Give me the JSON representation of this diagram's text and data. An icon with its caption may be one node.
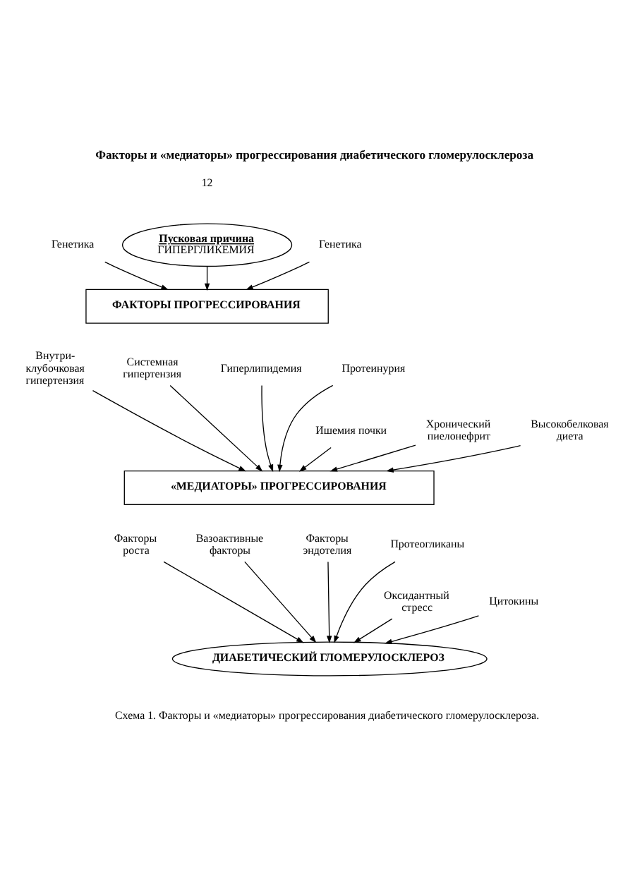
{
  "diagram": {
    "title": "Факторы и «медиаторы» прогрессирования диабетического гломерулосклероза",
    "caption": "Схема 1. Факторы и «медиаторы» прогрессирования диабетического гломерулосклероза.",
    "nodes": [
      {
        "text": [
          "Пусковая причина",
          "ГИПЕРГЛИКЕМИЯ"
        ]
      },
      {
        "text": [
          "Генетика"
        ]
      },
      {
        "text": [
          "Генетика"
        ]
      },
      {
        "text": [
          "ФАКТОРЫ ПРОГРЕССИРОВАНИЯ"
        ]
      },
      {
        "text": [
          "Внутри- клубочковая гипертензия"
        ]
      },
      {
        "text": [
          "Системная гипертензия"
        ]
      },
      {
        "text": [
          "Гиперлипидемия"
        ]
      },
      {
        "text": [
          "Протеинурия"
        ]
      },
      {
        "text": [
          "Ишемия почки"
        ]
      },
      {
        "text": [
          "Хронический пиелонефрит"
        ]
      },
      {
        "text": [
          "Высокобелковая диета"
        ]
      },
      {
        "text": [
          "«МЕДИАТОРЫ» ПРОГРЕССИРОВАНИЯ"
        ]
      },
      {
        "text": [
          "Факторы роста"
        ]
      },
      {
        "text": [
          "Вазоактивные факторы"
        ]
      },
      {
        "text": [
          "Факторы эндотелия"
        ]
      },
      {
        "text": [
          "Протеогликаны"
        ]
      },
      {
        "text": [
          "Оксидантный стресс"
        ]
      },
      {
        "text": [
          "Цитокины"
        ]
      },
      {
        "text": [
          "ДИАБЕТИЧЕСКИЙ ГЛОМЕРУЛОСКЛЕРОЗ"
        ]
      }
    ],
    "edges": [
      {
        "from": 1,
        "to": 3,
        "arrow": "to"
      },
      {
        "from": 0,
        "to": 3,
        "arrow": "to"
      },
      {
        "from": 2,
        "to": 3,
        "arrow": "to"
      },
      {
        "from": 4,
        "to": 11,
        "arrow": "to"
      },
      {
        "from": 8,
        "to": 11,
        "arrow": "to"
      },
      {
        "from": 5,
        "to": 11,
        "arrow": "to"
      },
      {
        "from": 9,
        "to": 11,
        "arrow": "to"
      },
      {
        "from": 6,
        "to": 11,
        "arrow": "to"
      },
      {
        "from": 10,
        "to": 11,
        "arrow": "to"
      },
      {
        "from": 7,
        "to": 11,
        "arrow": "to"
      },
      {
        "from": 12,
        "to": 18,
        "arrow": "to"
      },
      {
        "from": 13,
        "to": 18,
        "arrow": "to"
      },
      {
        "from": 16,
        "to": 18,
        "arrow": "to"
      },
      {
        "from": 14,
        "to": 18,
        "arrow": "to"
      },
      {
        "from": 17,
        "to": 18,
        "arrow": "to"
      },
      {
        "from": 15,
        "to": 18,
        "arrow": "to"
      }
    ],
    "labels": [
      "12"
    ]
  }
}
